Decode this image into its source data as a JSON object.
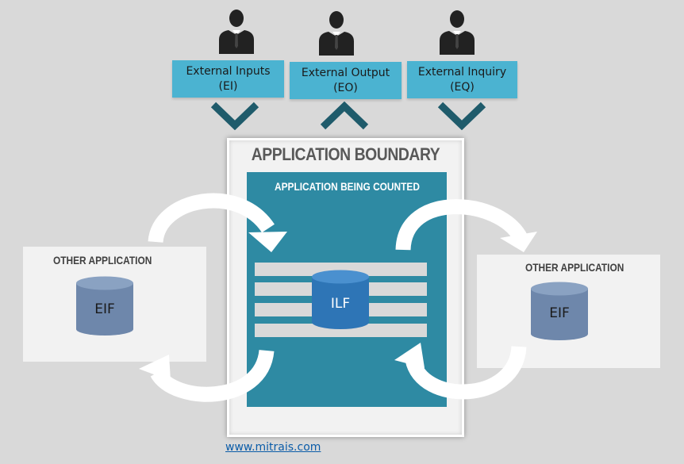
{
  "inputs": [
    {
      "line1": "External Inputs",
      "line2": "(EI)"
    },
    {
      "line1": "External Output",
      "line2": "(EO)"
    },
    {
      "line1": "External Inquiry",
      "line2": "(EQ)"
    }
  ],
  "boundary": {
    "title": "APPLICATION BOUNDARY",
    "inner_title": "APPLICATION BEING COUNTED",
    "store_label": "ILF"
  },
  "left_app": {
    "title": "OTHER APPLICATION",
    "store_label": "EIF"
  },
  "right_app": {
    "title": "OTHER APPLICATION",
    "store_label": "EIF"
  },
  "footer": {
    "website": "www.mitrais.com"
  },
  "colors": {
    "box": "#4bb3d1",
    "chevron": "#1f5b6b",
    "inner": "#2e8aa3",
    "ilf": "#2e75b6",
    "eif": "#6e87ab"
  }
}
